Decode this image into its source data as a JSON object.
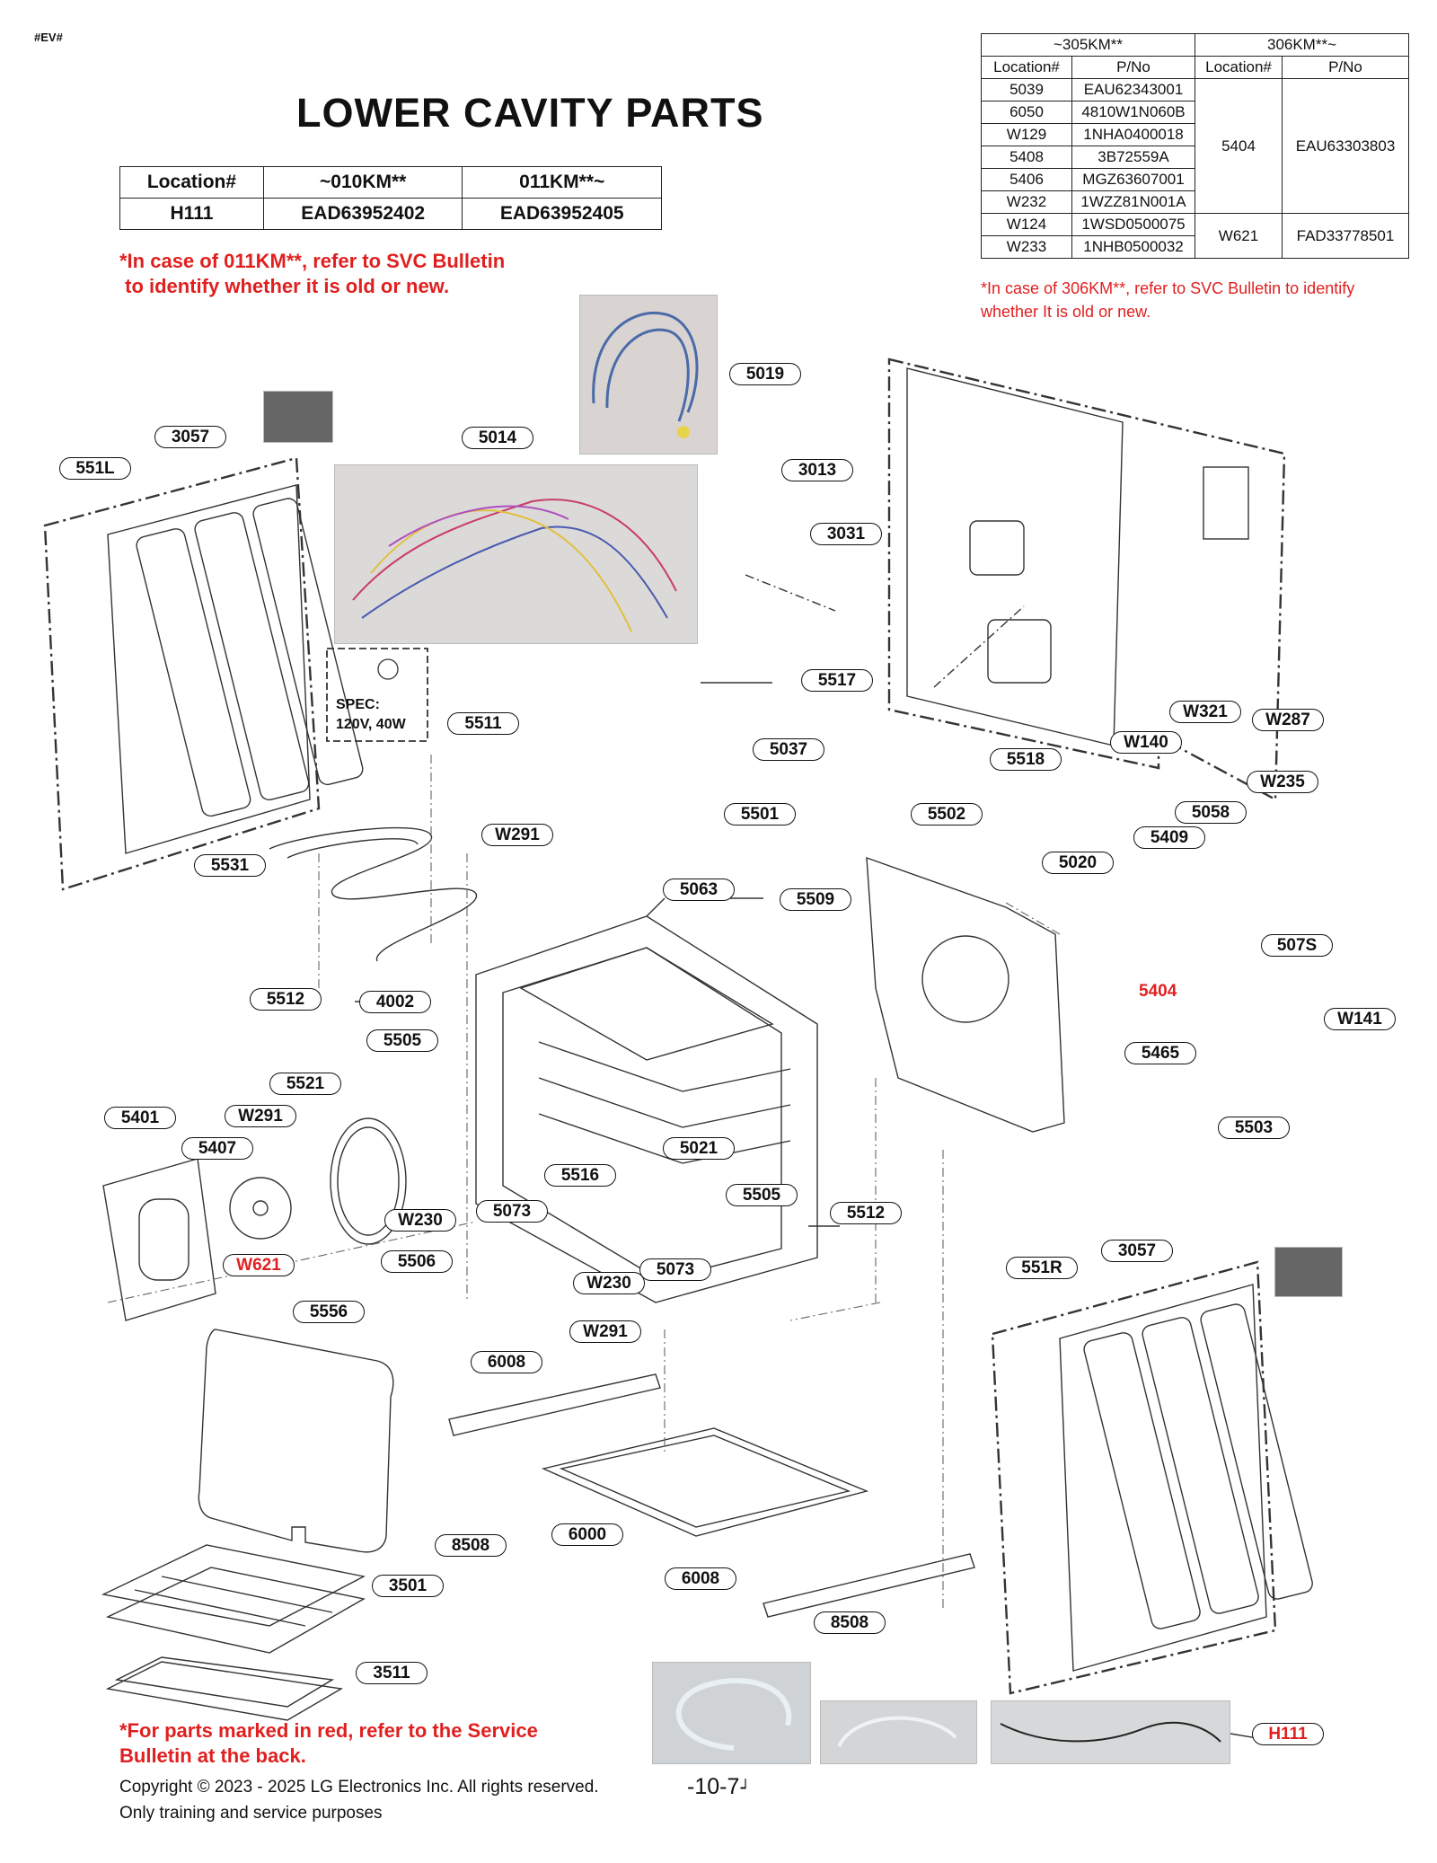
{
  "header_code": "#EV#",
  "title": "LOWER CAVITY PARTS",
  "table1": {
    "headers": [
      "Location#",
      "~010KM**",
      "011KM**~"
    ],
    "row": [
      "H111",
      "EAD63952402",
      "EAD63952405"
    ]
  },
  "note1": "*In case of 011KM**, refer to SVC Bulletin\n to identify whether it is old or new.",
  "table2": {
    "group_headers": [
      "~305KM**",
      "306KM**~"
    ],
    "sub_headers": [
      "Location#",
      "P/No",
      "Location#",
      "P/No"
    ],
    "rows": [
      [
        "5039",
        "EAU62343001"
      ],
      [
        "6050",
        "4810W1N060B"
      ],
      [
        "W129",
        "1NHA0400018"
      ],
      [
        "5408",
        "3B72559A"
      ],
      [
        "5406",
        "MGZ63607001"
      ],
      [
        "W232",
        "1WZZ81N001A"
      ],
      [
        "W124",
        "1WSD0500075"
      ],
      [
        "W233",
        "1NHB0500032"
      ]
    ],
    "right_a": [
      "5404",
      "EAU63303803"
    ],
    "right_b": [
      "W621",
      "FAD33778501"
    ]
  },
  "note2": "*In case of 306KM**, refer to SVC Bulletin to identify\nwhether It is old or new.",
  "spec": "SPEC:\n120V, 40W",
  "callouts": [
    {
      "label": "551L"
    },
    {
      "label": "3057"
    },
    {
      "label": "5014"
    },
    {
      "label": "5019"
    },
    {
      "label": "3013"
    },
    {
      "label": "3031"
    },
    {
      "label": "5517"
    },
    {
      "label": "5037"
    },
    {
      "label": "W321"
    },
    {
      "label": "W287"
    },
    {
      "label": "W140"
    },
    {
      "label": "5518"
    },
    {
      "label": "W235"
    },
    {
      "label": "5058"
    },
    {
      "label": "5511"
    },
    {
      "label": "5501"
    },
    {
      "label": "5502"
    },
    {
      "label": "5409"
    },
    {
      "label": "W291"
    },
    {
      "label": "5531"
    },
    {
      "label": "5063"
    },
    {
      "label": "5509"
    },
    {
      "label": "5020"
    },
    {
      "label": "507S"
    },
    {
      "label": "5512"
    },
    {
      "label": "4002"
    },
    {
      "label": "5505"
    },
    {
      "label": "5465"
    },
    {
      "label": "W141"
    },
    {
      "label": "5521"
    },
    {
      "label": "5401"
    },
    {
      "label": "W291"
    },
    {
      "label": "5407"
    },
    {
      "label": "5021"
    },
    {
      "label": "5503"
    },
    {
      "label": "5516"
    },
    {
      "label": "5505"
    },
    {
      "label": "W230"
    },
    {
      "label": "5073"
    },
    {
      "label": "5512"
    },
    {
      "label": "5506"
    },
    {
      "label": "5073"
    },
    {
      "label": "W230"
    },
    {
      "label": "3057"
    },
    {
      "label": "551R"
    },
    {
      "label": "5556"
    },
    {
      "label": "W291"
    },
    {
      "label": "6008"
    },
    {
      "label": "6000"
    },
    {
      "label": "8508"
    },
    {
      "label": "3501"
    },
    {
      "label": "6008"
    },
    {
      "label": "8508"
    },
    {
      "label": "3511"
    },
    {
      "label": "H111"
    }
  ],
  "red_labels": {
    "l5404": "5404",
    "lw621": "W621"
  },
  "note3": "*For parts marked in red, refer to the Service\nBulletin at the back.",
  "copyright": "Copyright © 2023 - 2025 LG Electronics Inc. All rights reserved.\nOnly training and service purposes",
  "page_number": "-10-7-"
}
